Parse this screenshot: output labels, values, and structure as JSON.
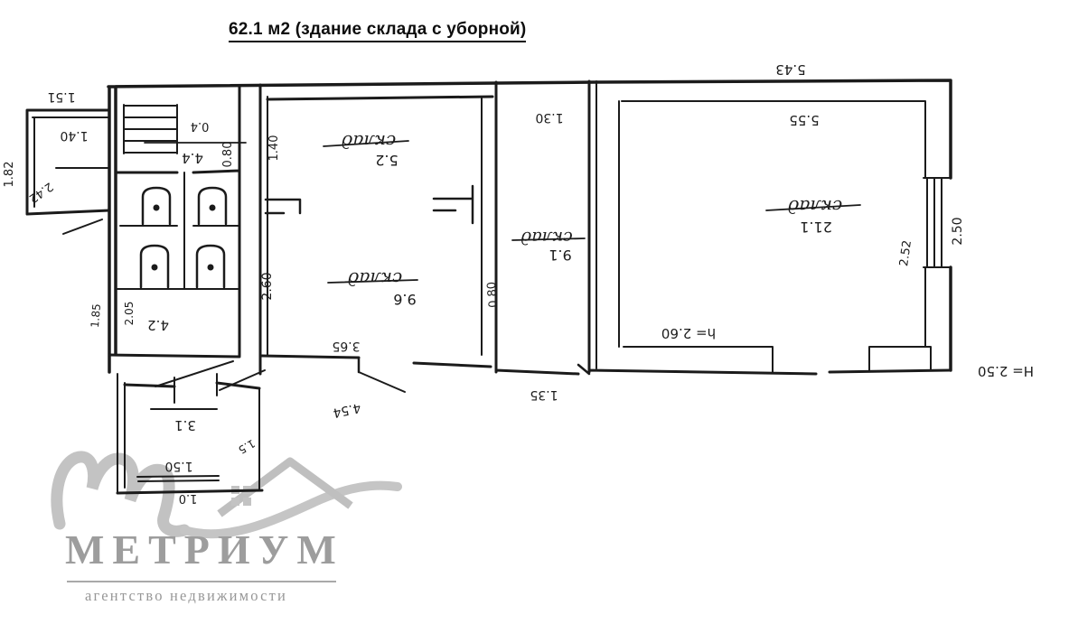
{
  "title": "62.1 м2 (здание склада с уборной)",
  "floor_plan": {
    "room_labels": {
      "sklad52": {
        "name": "склад",
        "area": "5.2"
      },
      "sklad96": {
        "name": "склад",
        "area": "9.6"
      },
      "sklad91": {
        "name": "склад",
        "area": "9.1"
      },
      "sklad211": {
        "name": "склад",
        "area": "21.1"
      },
      "utility": "4.4",
      "toilet": "4.2",
      "annex": "3.1"
    },
    "heights": {
      "inner": "h= 2.60",
      "outer": "H= 2.50"
    },
    "dimensions": {
      "top_outer": "5.43",
      "top_inner": "5.55",
      "window_right": "2.50",
      "right_inner": "2.52",
      "sklad91_top": "1.30",
      "sklad91_left": "0.80",
      "sklad96_left": "2.60",
      "sklad96_bottom": "3.65",
      "sklad52_left": "1.40",
      "bottom_left": "4.54",
      "bottom_middle": "1.35",
      "annex_left_top": "1.51",
      "annex_left_inner": "1.40",
      "annex_left_side": "1.82",
      "annex_left_diag": "2.42",
      "utility_door": "0.4",
      "utility_right": "0.80",
      "toilet_width": "2.05",
      "toilet_outer": "1.85",
      "annex_width": "1.50",
      "annex_bottom": "1.0",
      "annex_door": "1.5"
    }
  },
  "watermark": {
    "brand": "МЕТРИУМ",
    "tagline": "агентство недвижимости"
  }
}
